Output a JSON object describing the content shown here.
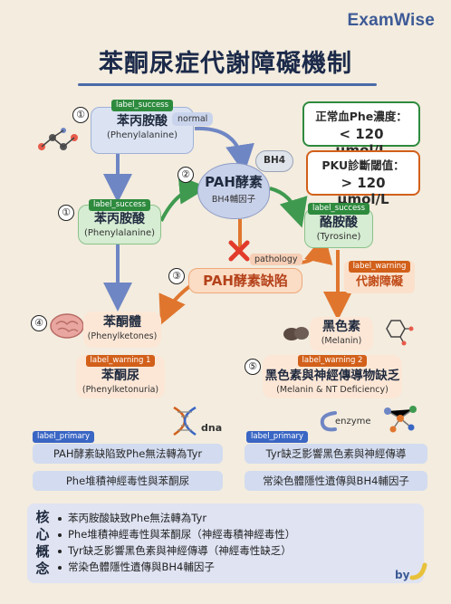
{
  "brand": "ExamWise",
  "title": "苯酮尿症代謝障礙機制",
  "nodes": {
    "phe_top": {
      "tag": "label_success",
      "zh": "苯丙胺酸",
      "en": "(Phenylalanine)",
      "num": "①"
    },
    "normal_label": "normal",
    "pah": {
      "zh": "PAH酵素",
      "sub": "BH4輔因子",
      "num": "②"
    },
    "bh4_label": "BH4",
    "phe_mid": {
      "tag": "label_success",
      "zh": "苯丙胺酸",
      "en": "(Phenylalanine)",
      "num": "①"
    },
    "tyr": {
      "tag": "label_success",
      "zh": "酪胺酸",
      "en": "(Tyrosine)"
    },
    "pathology_label": "pathology",
    "deficiency": {
      "zh": "PAH酵素缺陷",
      "num": "③"
    },
    "warning_block": {
      "tag": "label_warning",
      "zh": "代謝障礙"
    },
    "ketones": {
      "zh": "苯酮體",
      "en": "(Phenylketones)",
      "num": "④"
    },
    "pku": {
      "tag": "label_warning 1",
      "zh": "苯酮尿",
      "en": "(Phenylketonuria)"
    },
    "melanin": {
      "zh": "黑色素",
      "en": "(Melanin)"
    },
    "nt_def": {
      "tag": "label_warning 2",
      "zh": "黑色素與神經傳導物缺乏",
      "en": "(Melanin & NT Deficiency)",
      "num": "⑤"
    }
  },
  "info": {
    "normal_phe": {
      "line1": "正常血Phe濃度：",
      "line2": "< 120 μmol/L"
    },
    "pku_threshold": {
      "line1": "PKU診斷閾值：",
      "line2": "> 120 μmol/L"
    }
  },
  "summary": {
    "left": {
      "tag": "label_primary",
      "icon_label": "dna",
      "items": [
        "PAH酵素缺陷致Phe無法轉為Tyr",
        "Phe堆積神經毒性與苯酮尿"
      ]
    },
    "right": {
      "tag": "label_primary",
      "icon_label": "enzyme",
      "items": [
        "Tyr缺乏影響黑色素與神經傳導",
        "常染色體隱性遺傳與BH4輔因子"
      ]
    }
  },
  "core": {
    "label": [
      "核",
      "心",
      "概",
      "念"
    ],
    "items": [
      "苯丙胺酸缺致Phe無法轉為Tyr",
      "Phe堆積神經毒性與苯酮尿（神經毒積神經毒性）",
      "Tyr缺乏影響黑色素與神經傳導（神經毒性缺乏）",
      "常染色體隱性遺傳與BH4輔因子"
    ]
  },
  "footer": {
    "by": "by"
  },
  "colors": {
    "blue_arrow": "#6f86c4",
    "green_arrow": "#3f9a4f",
    "orange_arrow": "#e0762e",
    "red_x": "#e23b2b"
  }
}
